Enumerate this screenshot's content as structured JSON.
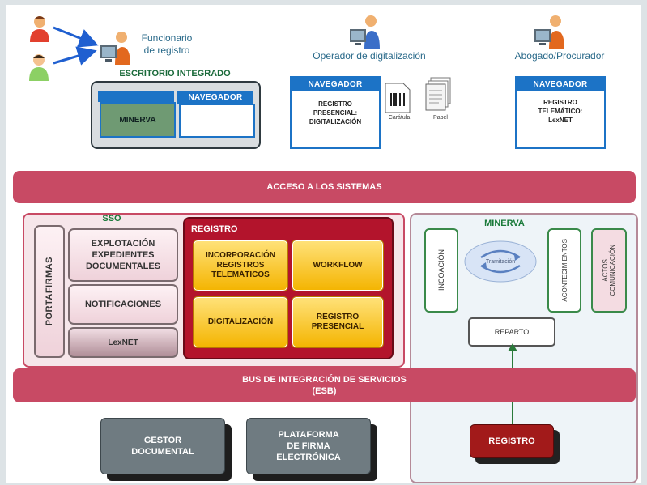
{
  "roles": {
    "funcionario": "Funcionario\nde registro",
    "operador": "Operador de digitalización",
    "abogado": "Abogado/Procurador"
  },
  "escritorio": {
    "title": "ESCRITORIO INTEGRADO",
    "minerva": "MINERVA",
    "navegador": "NAVEGADOR"
  },
  "operador_nav": {
    "header": "NAVEGADOR",
    "body": "REGISTRO\nPRESENCIAL:\nDIGITALIZACIÓN"
  },
  "docs": {
    "caratula": "Carátula",
    "papel": "Papel"
  },
  "abogado_nav": {
    "header": "NAVEGADOR",
    "body": "REGISTRO\nTELEMÁTICO:\nLexNET"
  },
  "acceso": "ACCESO A LOS SISTEMAS",
  "sso": {
    "title": "SSO",
    "portafirmas": "PORTAFIRMAS",
    "explotacion": "EXPLOTACIÓN\nEXPEDIENTES\nDOCUMENTALES",
    "notificaciones": "NOTIFICACIONES",
    "lexnet": "LexNET"
  },
  "registro": {
    "title": "REGISTRO",
    "incorporacion": "INCORPORACIÓN\nREGISTROS\nTELEMÁTICOS",
    "workflow": "WORKFLOW",
    "digitalizacion": "DIGITALIZACIÓN",
    "presencial": "REGISTRO\nPRESENCIAL"
  },
  "minerva": {
    "title": "MINERVA",
    "incoacion": "INCOACIÓN",
    "tramitacion": "Tramitación",
    "acontecimientos": "ACONTECIMIENTOS",
    "actos": "ACTOS\nCOMUNICACIÓN",
    "reparto": "REPARTO",
    "registro": "REGISTRO"
  },
  "bus": {
    "line1": "BUS DE INTEGRACIÓN DE SERVICIOS",
    "line2": "(ESB)"
  },
  "gestor": "GESTOR\nDOCUMENTAL",
  "plataforma": "PLATAFORMA\nDE FIRMA\nELECTRÓNICA",
  "colors": {
    "band": "#c84a64",
    "navegador_header": "#1c73c6",
    "yellow_box": "#f4b400",
    "registro_panel": "#b3142c",
    "minerva_panel": "#eef4f8"
  }
}
